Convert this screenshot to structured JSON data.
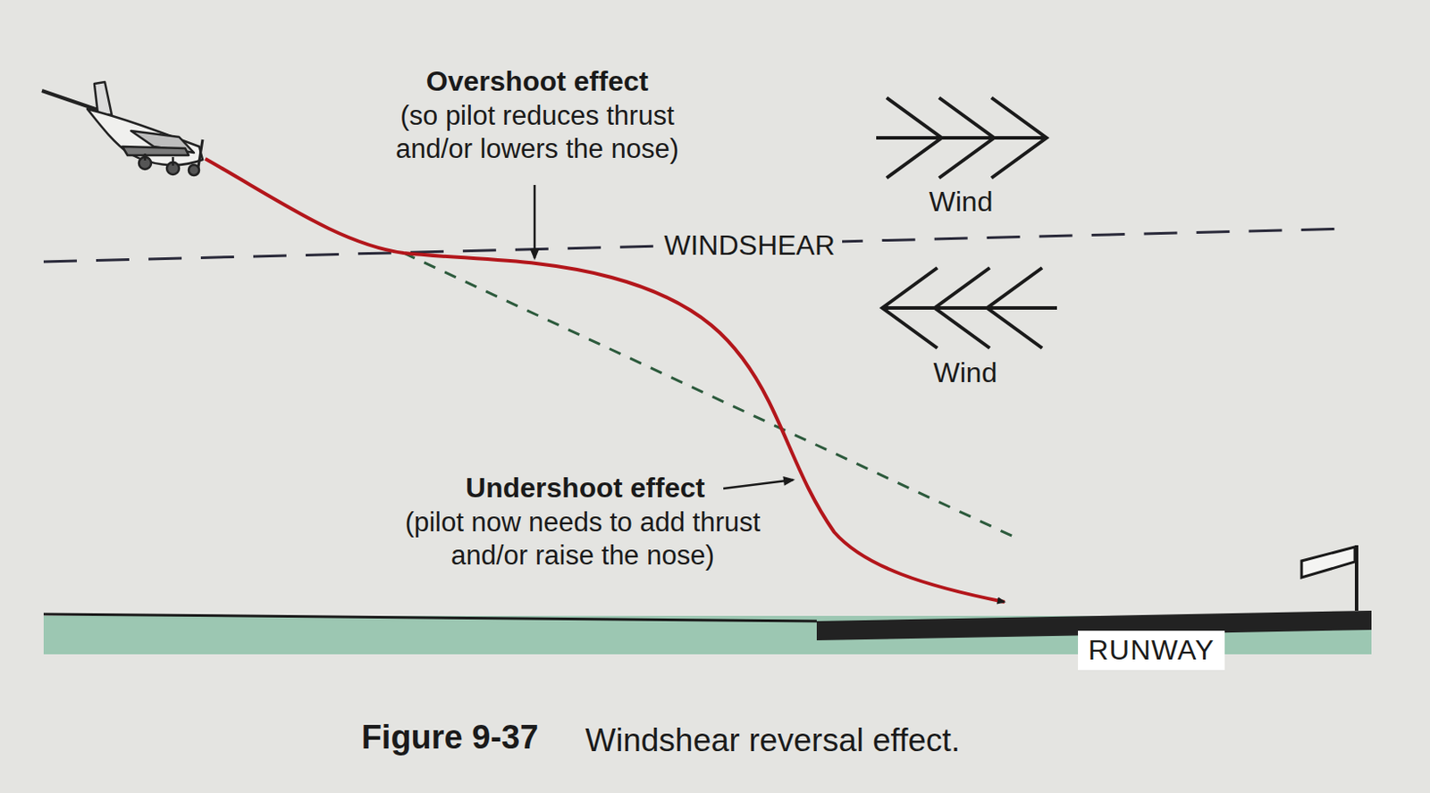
{
  "diagram": {
    "caption": "Windshear reversal effect.",
    "nodes": [
      {
        "text": [
          "RUNWAY"
        ]
      }
    ],
    "labels": [
      "Overshoot effect",
      "(so pilot reduces thrust and/or lowers the nose)",
      "Wind",
      "Wind",
      "WINDSHEAR",
      "Undershoot effect",
      "(pilot now needs to add thrust and/or raise the nose)",
      "Figure 9-37"
    ]
  }
}
